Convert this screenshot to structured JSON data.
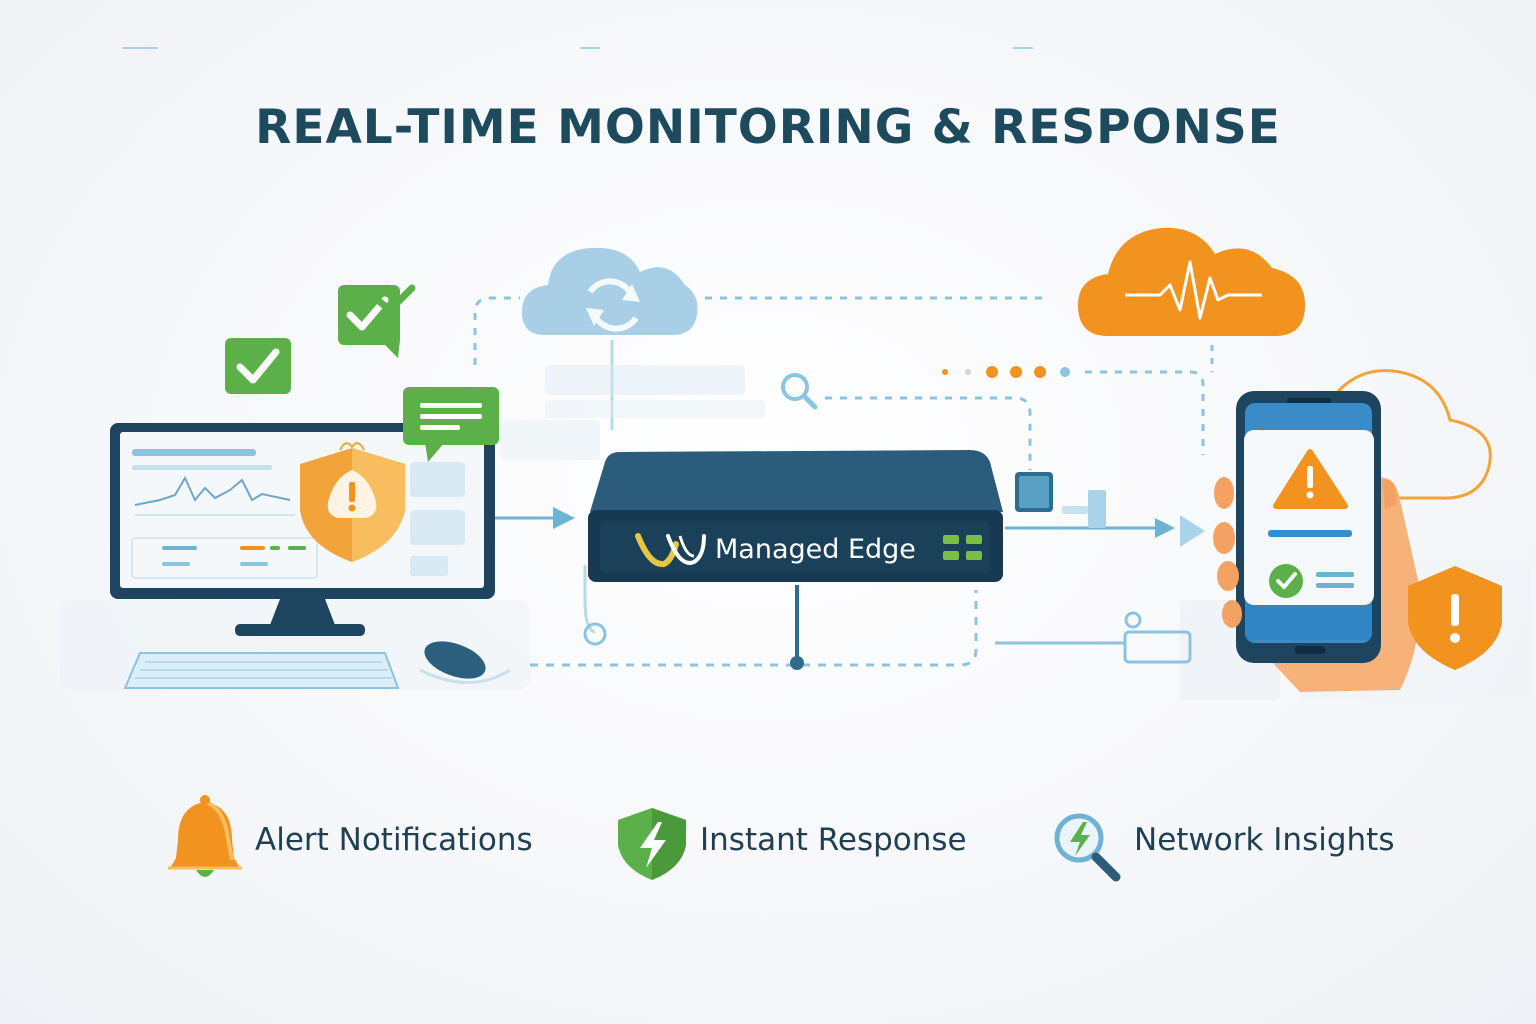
{
  "title": "REAL-TIME MONITORING & RESPONSE",
  "device": {
    "label": "Managed Edge",
    "logo_icon": "managed-edge-logo"
  },
  "nodes": {
    "workstation": {
      "icon": "desktop-computer-icon"
    },
    "cloud_sync": {
      "icon": "cloud-sync-icon"
    },
    "cloud_pulse": {
      "icon": "cloud-heartbeat-icon"
    },
    "phone": {
      "icon": "smartphone-alert-icon"
    }
  },
  "legend": [
    {
      "label": "Alert Notifications",
      "icon": "bell-icon"
    },
    {
      "label": "Instant Response",
      "icon": "lightning-shield-icon"
    },
    {
      "label": "Network Insights",
      "icon": "magnifier-icon"
    }
  ],
  "colors": {
    "title": "#1d4a5c",
    "text": "#1f3f52",
    "device_body": "#1e4560",
    "orange": "#f2921f",
    "green": "#5bb04a",
    "light_blue": "#8cc3e0",
    "line_blue": "#6fb3d4"
  }
}
